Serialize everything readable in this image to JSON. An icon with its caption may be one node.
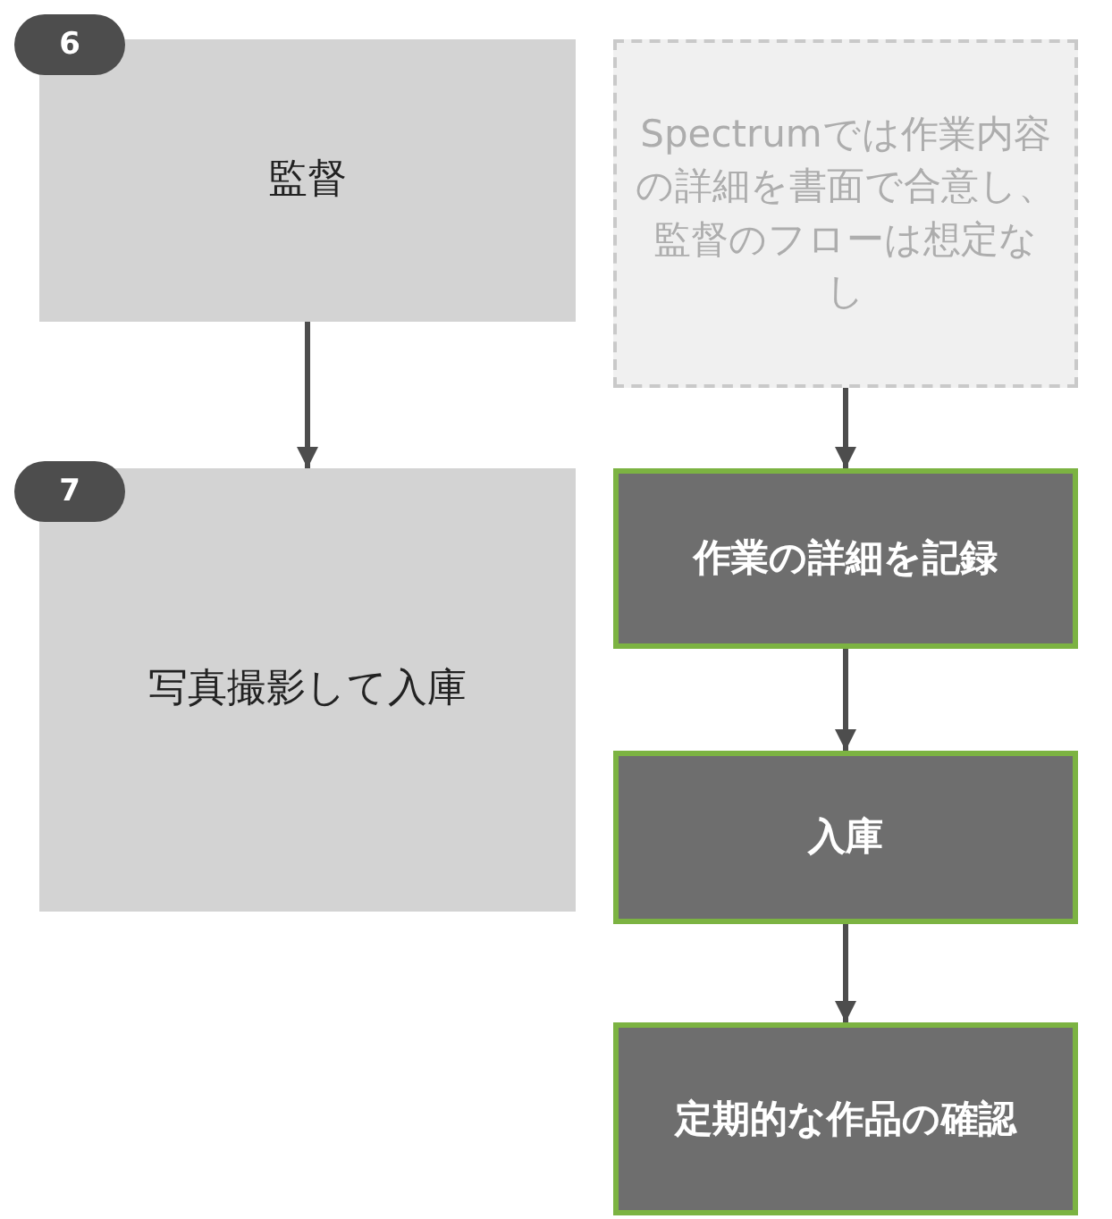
{
  "diagram": {
    "nodes": [
      {
        "text": [
          "6"
        ]
      },
      {
        "text": [
          "監督"
        ]
      },
      {
        "text": [
          "Spectrumでは作業内容の詳細を書面で合意し、監督のフローは想定なし"
        ]
      },
      {
        "text": [
          "7"
        ]
      },
      {
        "text": [
          "写真撮影して入庫"
        ]
      },
      {
        "text": [
          "作業の詳細を記録"
        ]
      },
      {
        "text": [
          "入庫"
        ]
      },
      {
        "text": [
          "定期的な作品の確認"
        ]
      }
    ],
    "edges": [
      {
        "from": 1,
        "to": 4,
        "arrow": "to"
      },
      {
        "from": 2,
        "to": 5,
        "arrow": "to"
      },
      {
        "from": 5,
        "to": 6,
        "arrow": "to"
      },
      {
        "from": 6,
        "to": 7,
        "arrow": "to"
      }
    ]
  }
}
